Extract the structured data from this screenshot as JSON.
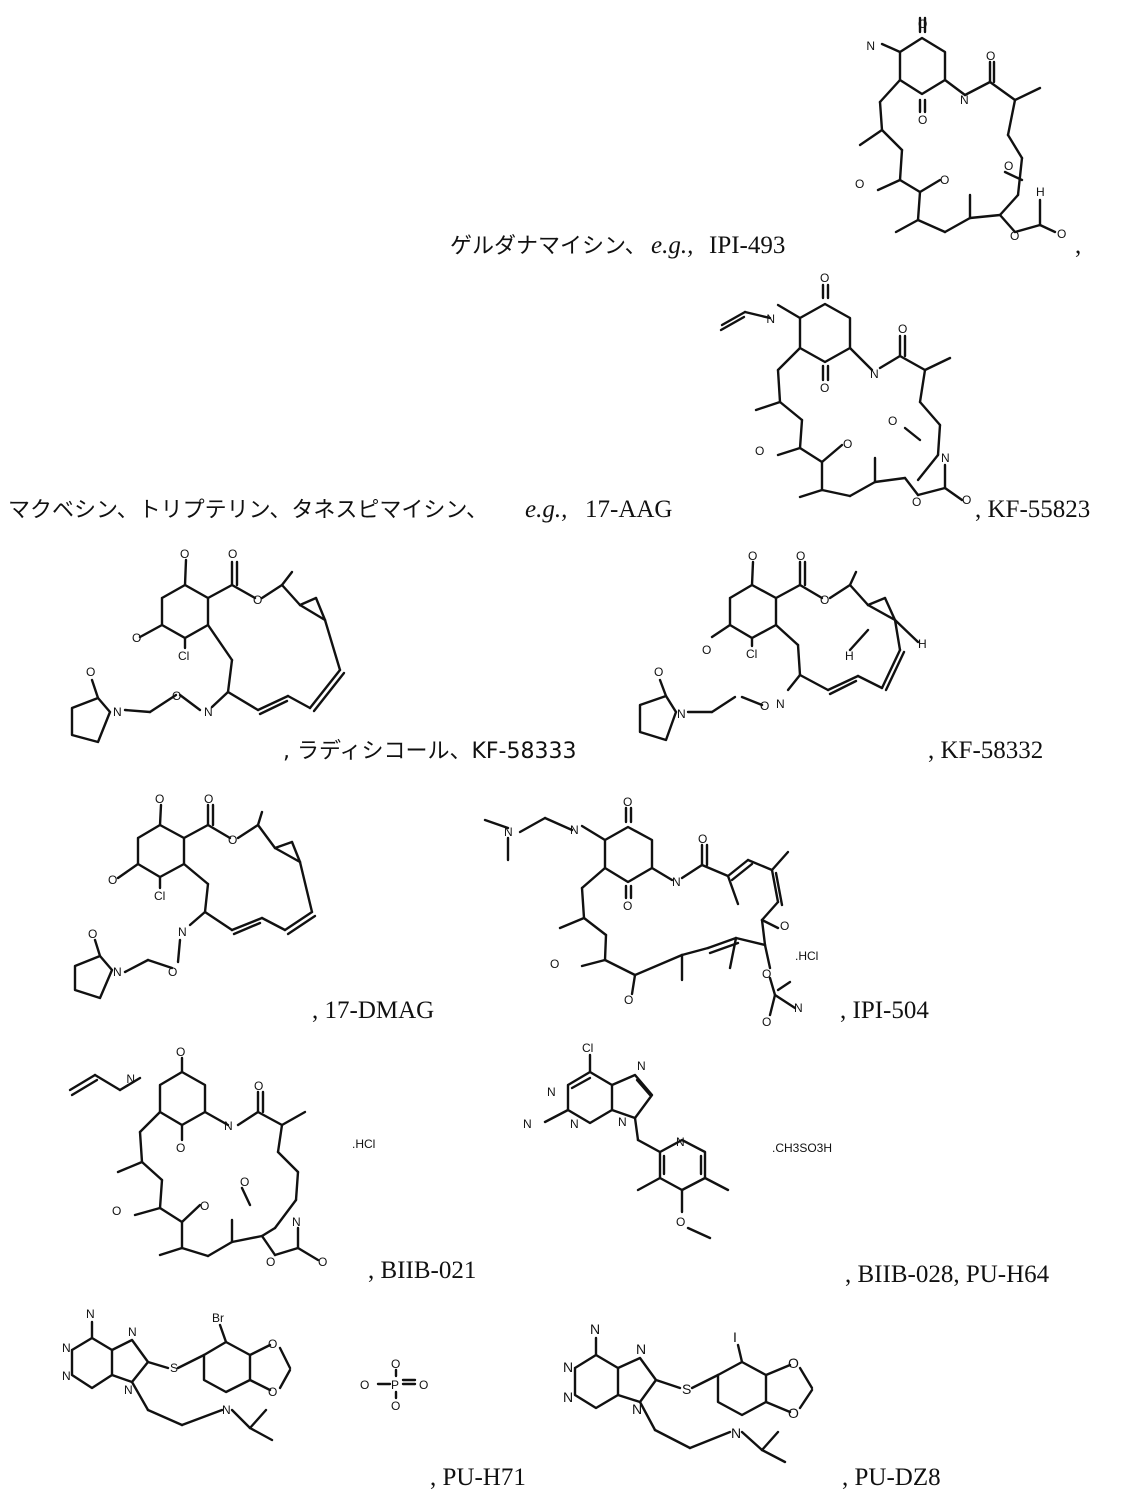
{
  "compounds": [
    {
      "id": "c1",
      "caption_jp": "ゲルダナマイシン、",
      "eg": "e.g.,",
      "caption_en": "IPI-493",
      "trailing": ","
    },
    {
      "id": "c2",
      "caption_jp": "マクベシン、トリプテリン、タネスピマイシン、",
      "eg": "e.g.,",
      "caption_en": "17-AAG",
      "trailing": ", KF-55823"
    },
    {
      "id": "c3",
      "caption": ", ラディシコール、KF-58333"
    },
    {
      "id": "c4",
      "caption": ", KF-58332"
    },
    {
      "id": "c5",
      "caption": ", 17-DMAG"
    },
    {
      "id": "c6",
      "caption": ", IPI-504",
      "salt": ".HCl"
    },
    {
      "id": "c7",
      "caption": ", BIIB-021",
      "salt": ".HCl"
    },
    {
      "id": "c8",
      "caption": ", BIIB-028, PU-H64",
      "salt": ".CH3SO3H"
    },
    {
      "id": "c9",
      "caption": ", PU-H71"
    },
    {
      "id": "c10",
      "caption": ", PU-DZ8"
    }
  ],
  "atoms": {
    "O": "O",
    "N": "N",
    "NH": "N",
    "H": "H",
    "Cl": "Cl",
    "Br": "Br",
    "I": "I",
    "S": "S",
    "P": "P"
  }
}
